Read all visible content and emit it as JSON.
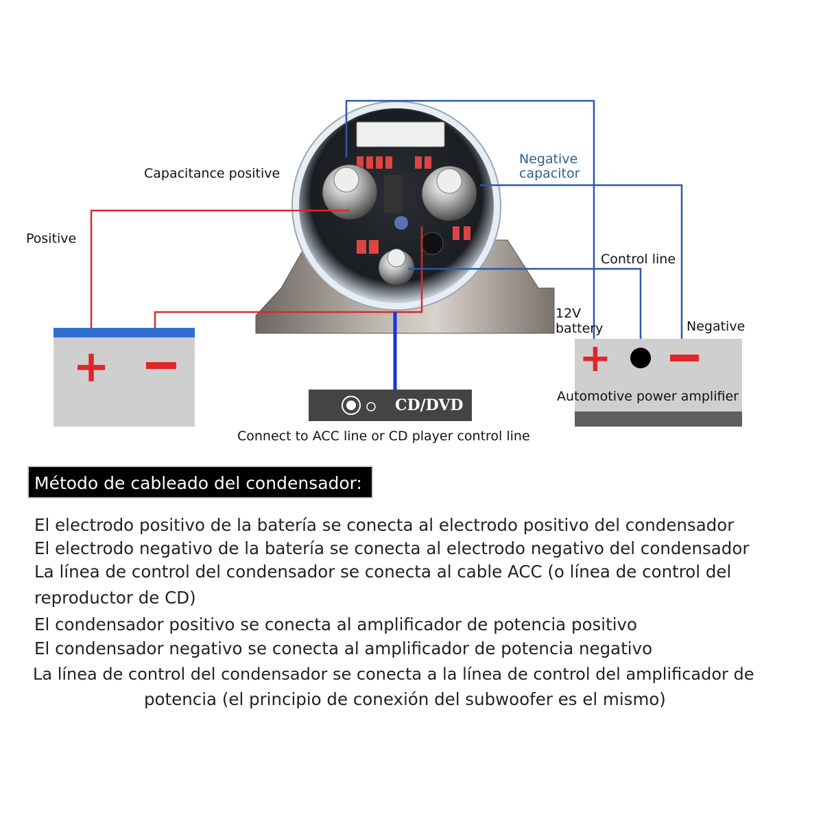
{
  "diagram": {
    "labels": {
      "capacitance_positive": "Capacitance positive",
      "negative_capacitor_line1": "Negative",
      "negative_capacitor_line2": "capacitor",
      "positive": "Positive",
      "control_line": "Control line",
      "battery_line1": "12V",
      "battery_line2": "battery",
      "negative": "Negative",
      "amplifier": "Automotive power amplifier",
      "cd_dvd": "CD/DVD",
      "acc_note": "Connect to ACC line or CD player control line"
    },
    "symbols": {
      "battery_plus": "+",
      "battery_minus": "−",
      "amp_plus": "+",
      "amp_minus": "−"
    },
    "colors": {
      "positive_wire": "#e0262a",
      "negative_wire": "#2a59a8",
      "acc_wire": "#1a35d6",
      "battery_top": "#2f6fcf",
      "box_fill": "#cfcfcf",
      "amp_bar": "#5e5e5e"
    }
  },
  "instructions": {
    "title": "Método de cableado del condensador:",
    "lines": [
      "El electrodo positivo de la batería se conecta al electrodo positivo del condensador",
      "El electrodo negativo de la batería se conecta al electrodo negativo del condensador",
      "La línea de control del condensador se conecta al cable ACC (o línea de control del",
      "reproductor de CD)",
      "El condensador positivo se conecta al amplificador de potencia positivo",
      "El condensador negativo se conecta al amplificador de potencia negativo",
      "La línea de control del condensador se conecta a la línea de control del amplificador de",
      "potencia (el principio de conexión del subwoofer es el mismo)"
    ]
  }
}
